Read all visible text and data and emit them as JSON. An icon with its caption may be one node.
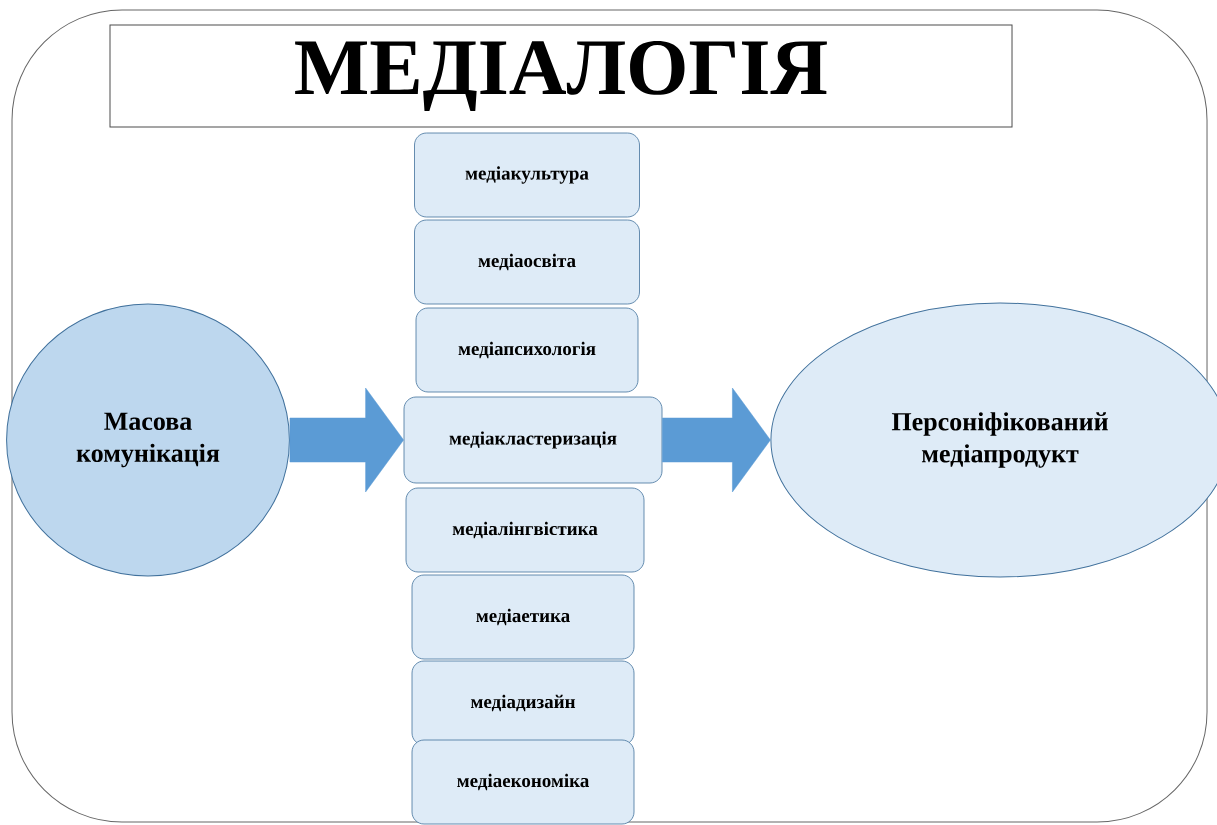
{
  "diagram": {
    "title": "МЕДІАЛОГІЯ",
    "nodes": [
      {
        "text": [
          "Масова комунікація"
        ]
      },
      {
        "text": [
          "медіакультура"
        ]
      },
      {
        "text": [
          "медіаосвіта"
        ]
      },
      {
        "text": [
          "медіапсихологія"
        ]
      },
      {
        "text": [
          "медіакластеризація"
        ]
      },
      {
        "text": [
          "медіалінгвістика"
        ]
      },
      {
        "text": [
          "медіаетика"
        ]
      },
      {
        "text": [
          "медіадизайн"
        ]
      },
      {
        "text": [
          "медіаекономіка"
        ]
      },
      {
        "text": [
          "Персоніфікований медіапродукт"
        ]
      }
    ],
    "edges": [
      {
        "from": 0,
        "to": 4,
        "arrow": "to"
      },
      {
        "from": 4,
        "to": 9,
        "arrow": "to"
      }
    ]
  }
}
